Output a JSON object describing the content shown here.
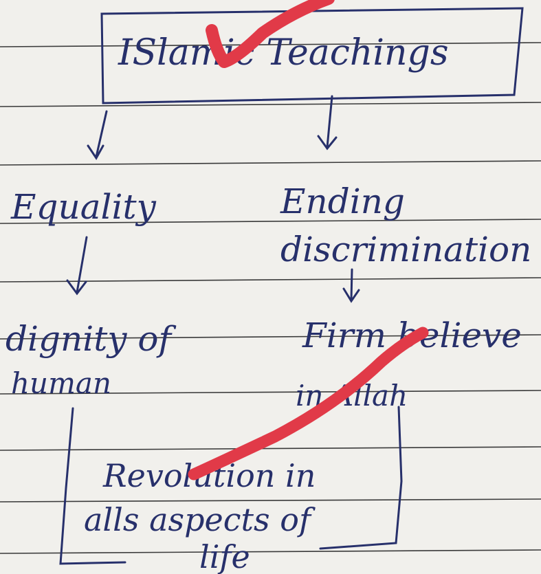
{
  "title": "ISlamic Teachings",
  "branches": {
    "left": {
      "label": "Equality"
    },
    "right": {
      "label_line1": "Ending",
      "label_line2": "discrimination"
    }
  },
  "outcomes": {
    "left": {
      "line1": "dignity of",
      "line2": "human"
    },
    "right": {
      "line1": "Firm believe",
      "line2": "in Allah"
    }
  },
  "conclusion": {
    "line1": "Revolution in",
    "line2": "alls aspects of",
    "line3": "life"
  },
  "colors": {
    "paper": "#f1f0ec",
    "rule_line": "#3a3a3a",
    "ink": "#27306b",
    "check_mark": "#e13a48"
  }
}
